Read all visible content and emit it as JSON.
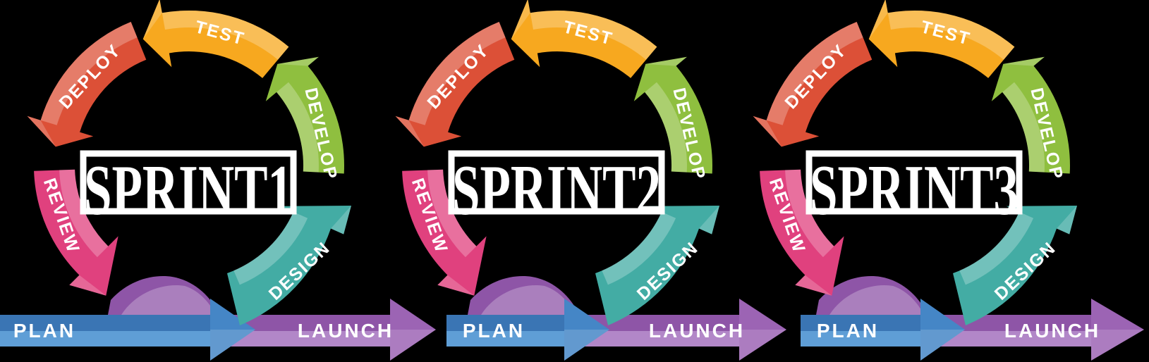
{
  "sprints": [
    {
      "name": "SPRINT1",
      "steps": {
        "test": "TEST",
        "deploy": "DEPLOY",
        "review": "REVIEW",
        "plan": "PLAN",
        "design": "DESIGN",
        "develop": "DEVELOP",
        "launch": "LAUNCH"
      }
    },
    {
      "name": "SPRINT2",
      "steps": {
        "test": "TEST",
        "deploy": "DEPLOY",
        "review": "REVIEW",
        "plan": "PLAN",
        "design": "DESIGN",
        "develop": "DEVELOP",
        "launch": "LAUNCH"
      }
    },
    {
      "name": "SPRINT3",
      "steps": {
        "test": "TEST",
        "deploy": "DEPLOY",
        "review": "REVIEW",
        "plan": "PLAN",
        "design": "DESIGN",
        "develop": "DEVELOP",
        "launch": "LAUNCH"
      }
    }
  ],
  "colors": {
    "background": "#000000",
    "test": "#f7a81f",
    "deploy": "#dc5037",
    "review": "#e0417e",
    "develop": "#8fbf3f",
    "design": "#43aca4",
    "plan_dark": "#3a75b4",
    "plan_light": "#5f9ed6",
    "plan_head": "#4586c6",
    "launch_dark": "#8e55a7",
    "launch_light": "#b287c8",
    "launch_head": "#9c64b4",
    "center_box_border": "#ffffff",
    "label_text": "#ffffff"
  }
}
